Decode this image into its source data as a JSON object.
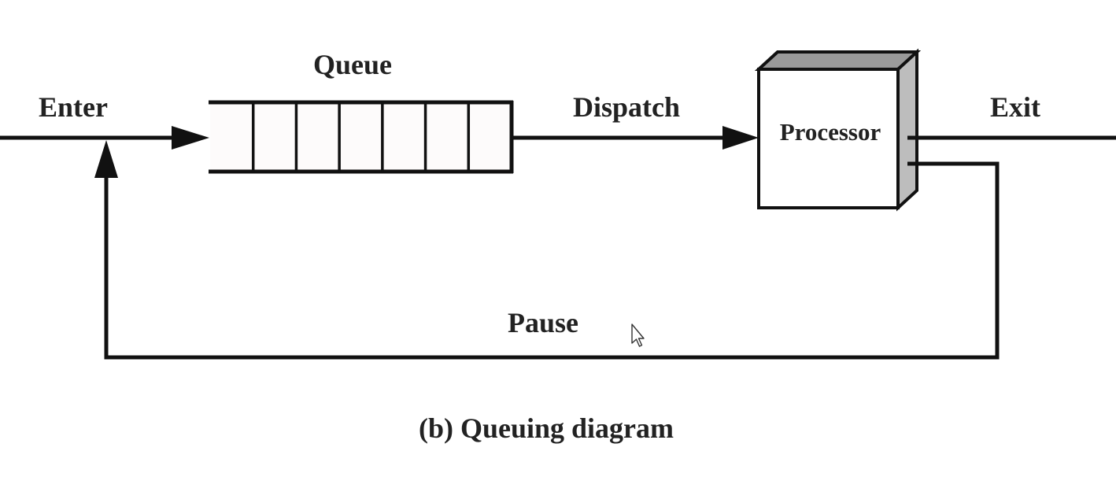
{
  "diagram": {
    "labels": {
      "queue": "Queue",
      "enter": "Enter",
      "dispatch": "Dispatch",
      "processor": "Processor",
      "exit": "Exit",
      "pause": "Pause"
    },
    "caption": "(b) Queuing diagram",
    "queue_slot_count": 7,
    "colors": {
      "line": "#111111",
      "queue_fill": "#fdfbfb",
      "processor_face": "#ffffff",
      "processor_side": "#bdbdbd",
      "processor_top": "#9a9a9a",
      "text": "#222222"
    }
  }
}
